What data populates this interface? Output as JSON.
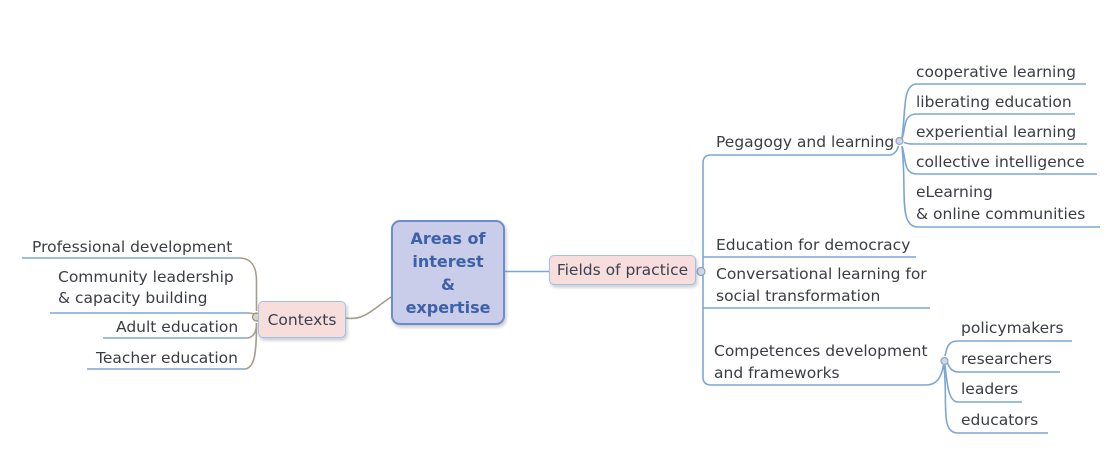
{
  "root": {
    "label": "Areas of\ninterest\n&\nexpertise"
  },
  "contexts": {
    "label": "Contexts",
    "children": [
      {
        "label": "Professional development"
      },
      {
        "label": "Community leadership\n& capacity building"
      },
      {
        "label": "Adult education"
      },
      {
        "label": "Teacher education"
      }
    ]
  },
  "fields": {
    "label": "Fields of practice",
    "children": [
      {
        "label": "Pegagogy and learning",
        "children": [
          {
            "label": "cooperative learning"
          },
          {
            "label": "liberating education"
          },
          {
            "label": "experiential learning"
          },
          {
            "label": "collective intelligence"
          },
          {
            "label": "eLearning\n& online communities"
          }
        ]
      },
      {
        "label": "Education for democracy"
      },
      {
        "label": "Conversational learning for\nsocial transformation"
      },
      {
        "label": "Competences development\nand frameworks",
        "children": [
          {
            "label": "policymakers"
          },
          {
            "label": "researchers"
          },
          {
            "label": "leaders"
          },
          {
            "label": "educators"
          }
        ]
      }
    ]
  },
  "colors": {
    "left_branch_line": "#a49d89",
    "right_branch_line": "#7da6d8",
    "node_underline": "#7da6d8",
    "topic_fill": "#f7dddb",
    "topic_border": "#a3c0e5",
    "root_fill": "#c9cde9",
    "root_border": "#6a8ecb",
    "root_text": "#3d61a8",
    "label_text": "#3a3d46"
  }
}
